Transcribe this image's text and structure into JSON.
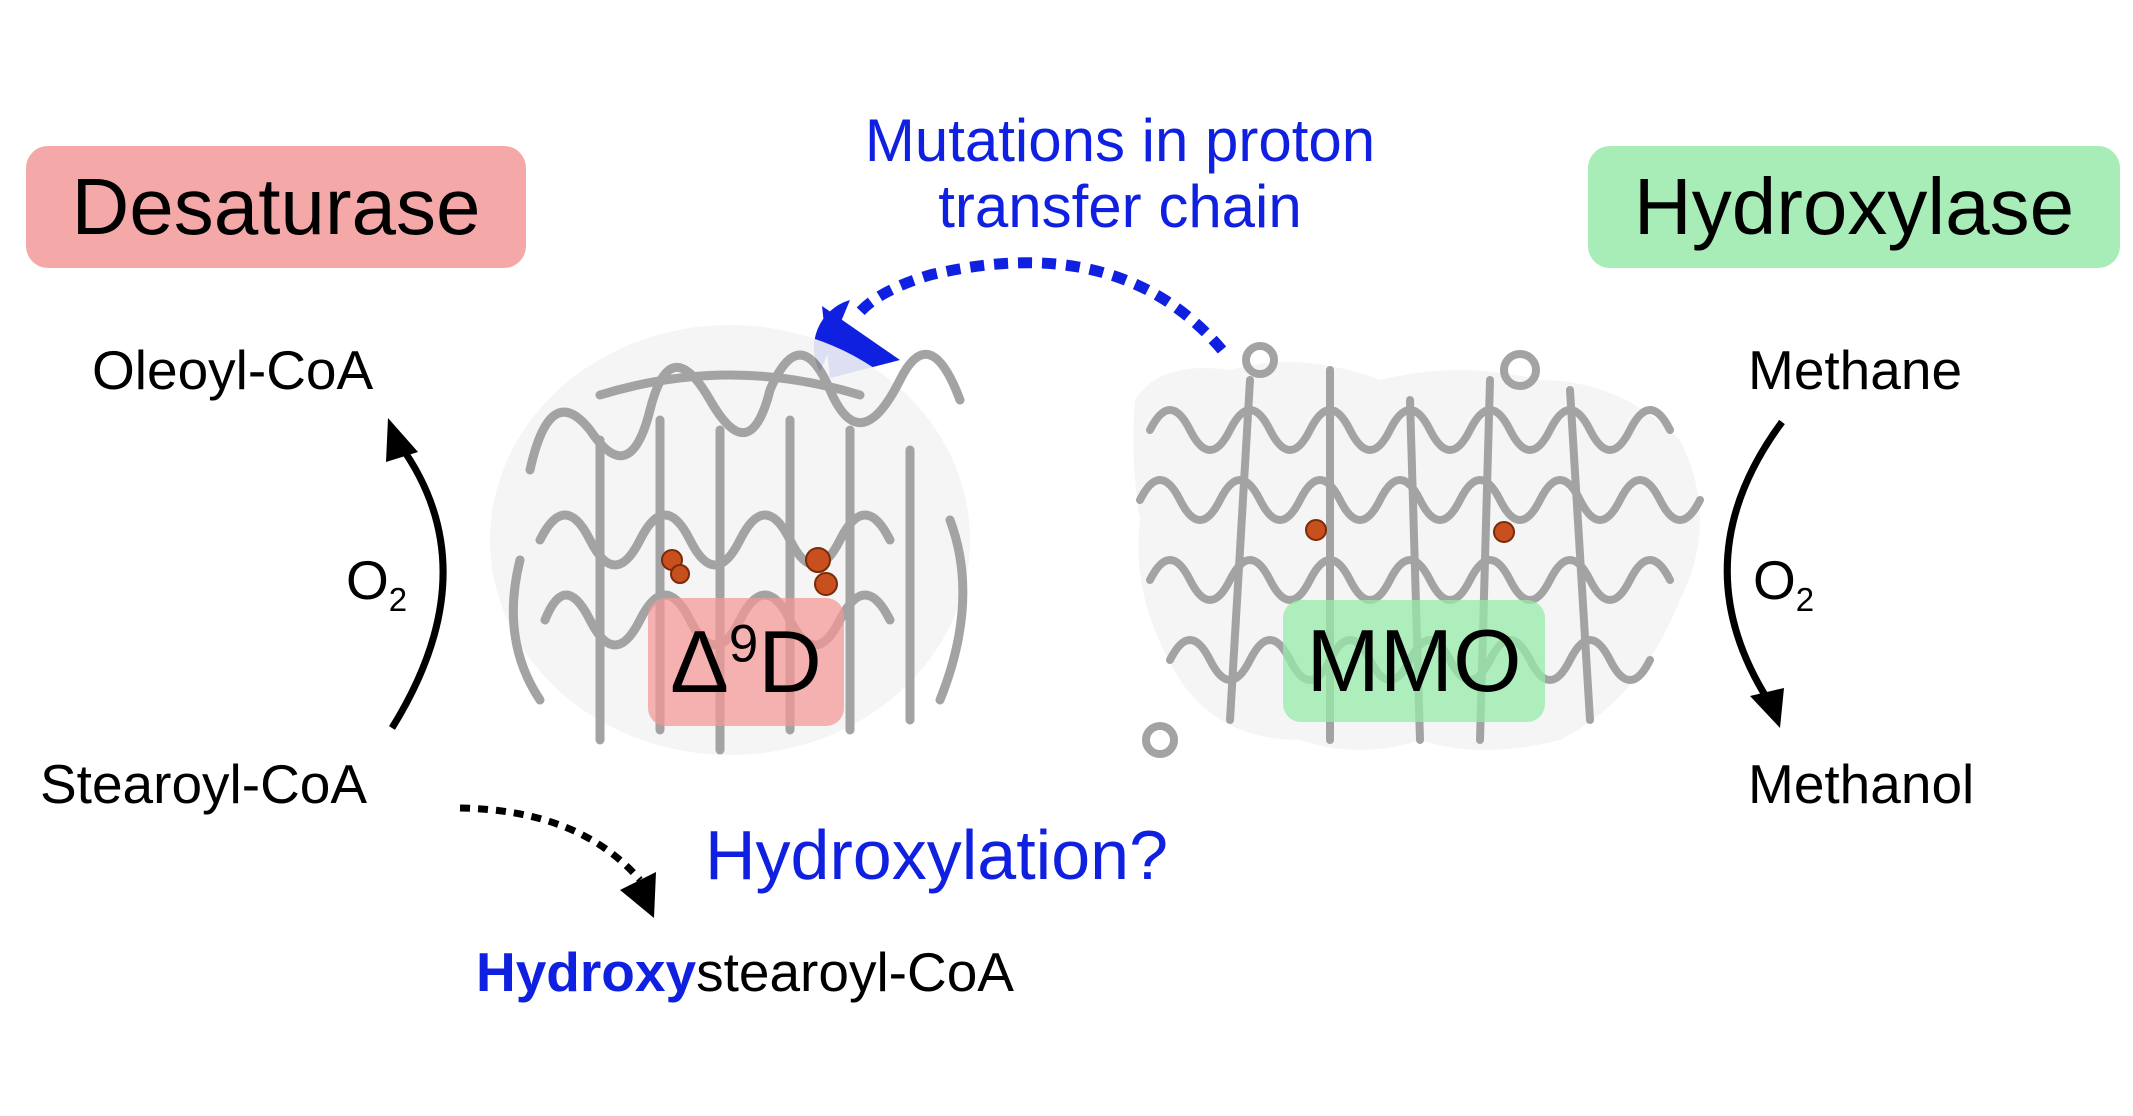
{
  "left_panel": {
    "title": "Desaturase",
    "title_bg": "#f5a8a8",
    "product": "Oleoyl-CoA",
    "substrate": "Stearoyl-CoA",
    "oxygen": "O",
    "oxygen_sub": "2",
    "alt_product_prefix": "Hydroxy",
    "alt_product_suffix": "stearoyl-CoA"
  },
  "right_panel": {
    "title": "Hydroxylase",
    "title_bg": "#a8ecb8",
    "substrate": "Methane",
    "product": "Methanol",
    "oxygen": "O",
    "oxygen_sub": "2"
  },
  "proteins": {
    "left": {
      "symbol": "Δ",
      "superscript": "9",
      "suffix": "D",
      "badge_color": "#f5a8a8"
    },
    "right": {
      "label": "MMO",
      "badge_color": "#a8ecb8"
    }
  },
  "annotations": {
    "mutation_line1": "Mutations in proton",
    "mutation_line2": "transfer chain",
    "hydroxylation": "Hydroxylation?"
  },
  "colors": {
    "accent_blue": "#1020e0",
    "protein_gray": "#a8a8a8",
    "iron_orange": "#c8501e"
  }
}
